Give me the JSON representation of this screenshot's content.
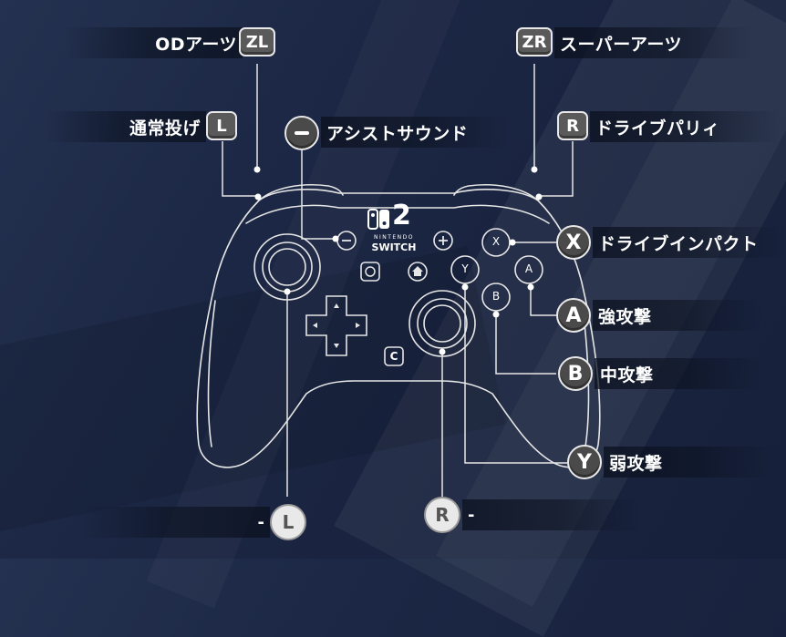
{
  "labels": {
    "zl": {
      "button": "ZL",
      "action": "ODアーツ"
    },
    "l": {
      "button": "L",
      "action": "通常投げ"
    },
    "minus": {
      "action": "アシストサウンド"
    },
    "zr": {
      "button": "ZR",
      "action": "スーパーアーツ"
    },
    "r": {
      "button": "R",
      "action": "ドライブパリィ"
    },
    "x": {
      "button": "X",
      "action": "ドライブインパクト"
    },
    "a": {
      "button": "A",
      "action": "強攻撃"
    },
    "b": {
      "button": "B",
      "action": "中攻撃"
    },
    "y": {
      "button": "Y",
      "action": "弱攻撃"
    },
    "lstick": {
      "button": "L",
      "action": "-"
    },
    "rstick": {
      "button": "R",
      "action": "-"
    }
  },
  "controller": {
    "brand_number": "2",
    "brand_line1": "NINTENDO",
    "brand_line2": "SWITCH",
    "face_x": "X",
    "face_y": "Y",
    "face_a": "A",
    "face_b": "B",
    "c_button": "C"
  },
  "colors": {
    "outline": "#e6e6e6",
    "button_fill": "#555555",
    "band": "#0a101e"
  }
}
